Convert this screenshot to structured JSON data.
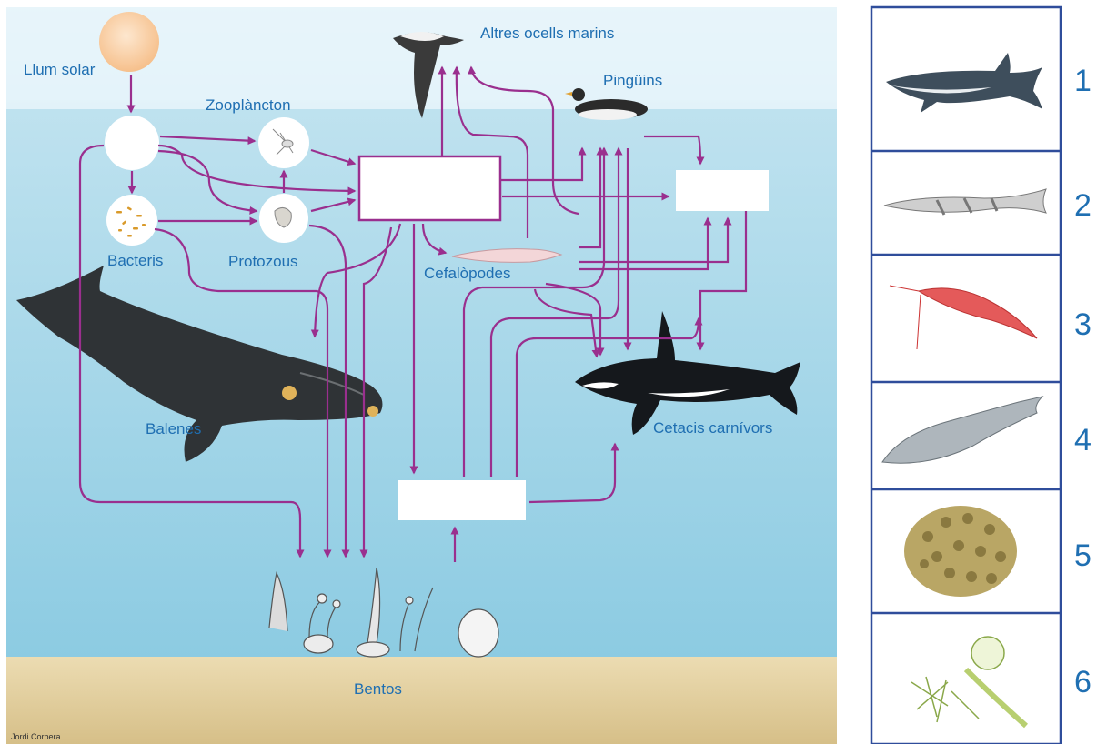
{
  "diagram": {
    "labels": {
      "sunlight": "Llum solar",
      "zooplankton": "Zooplàncton",
      "bacteria": "Bacteris",
      "protozoa": "Protozous",
      "whales": "Balenes",
      "seabirds": "Altres ocells marins",
      "penguins": "Pingüins",
      "cephalopods": "Cefalòpodes",
      "carnivorous_cetaceans": "Cetacis carnívors",
      "benthos": "Bentos"
    },
    "credit": "Jordi Corbera",
    "colors": {
      "arrow": "#9a2f8e",
      "label": "#1f6fb2",
      "sea_top": "#e4f2f8",
      "sea_bottom": "#8fcde3",
      "seabed": "#e3cf9e",
      "panel_border": "#2f4d9b"
    }
  },
  "legend": {
    "items": [
      {
        "number": "1",
        "icon": "shark-icon"
      },
      {
        "number": "2",
        "icon": "icefish-icon"
      },
      {
        "number": "3",
        "icon": "krill-icon"
      },
      {
        "number": "4",
        "icon": "seal-icon"
      },
      {
        "number": "5",
        "icon": "phytoplankton-colony-icon"
      },
      {
        "number": "6",
        "icon": "diatoms-icon"
      }
    ]
  }
}
